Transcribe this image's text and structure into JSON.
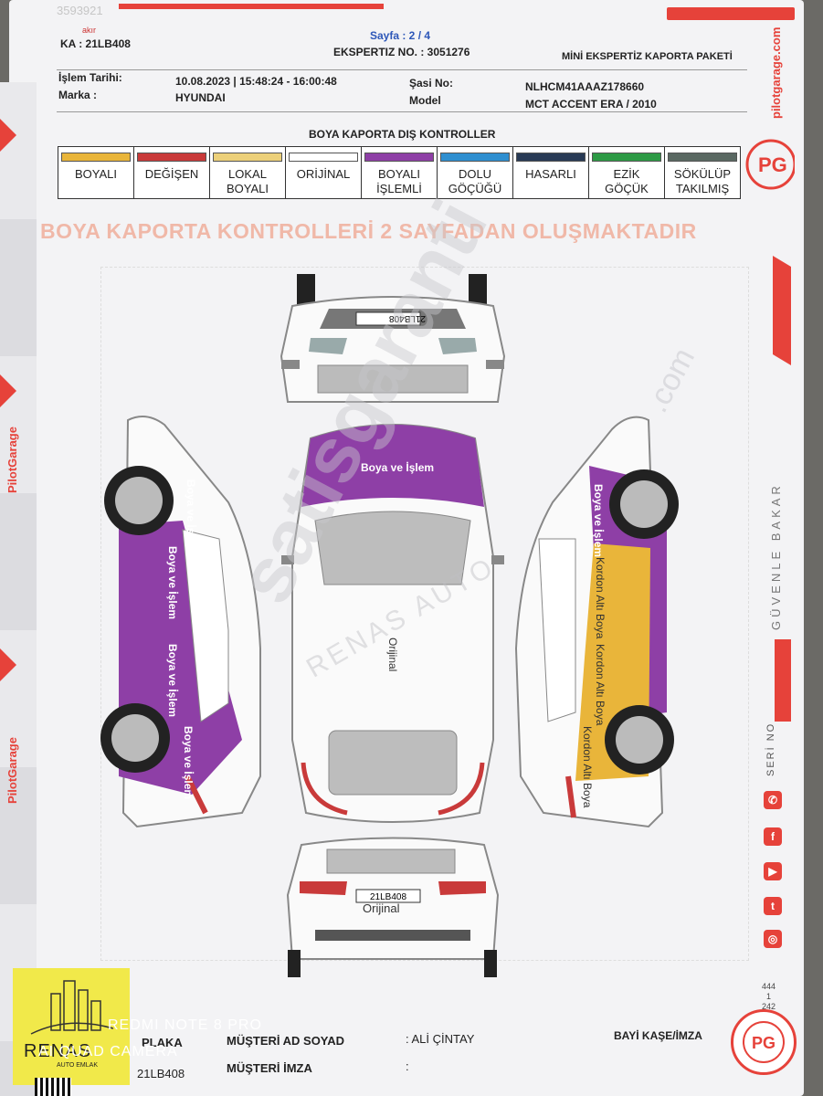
{
  "header": {
    "corner_top": "3593921",
    "plaka_partial_small": "akır",
    "plaka_line": "KA : 21LB408",
    "page_label": "Sayfa : 2 / 4",
    "ekspertiz_no": "EKSPERTIZ NO. : 3051276",
    "package": "MİNİ EKSPERTİZ KAPORTA PAKETİ",
    "islem_tarihi_label": "İşlem Tarihi:",
    "islem_tarihi_value": "10.08.2023 | 15:48:24 - 16:00:48",
    "marka_label": "Marka :",
    "marka_value": "HYUNDAI",
    "sasi_label": "Şasi No:",
    "sasi_value": "NLHCM41AAAZ178660",
    "model_label": "Model",
    "model_value": "MCT ACCENT ERA / 2010"
  },
  "brand": {
    "right_vertical": "pilotgarage.com",
    "left_vertical": "PilotGarage",
    "slogan": "GÜVENLE BAKAR",
    "seri_no": "SERİ NO",
    "seri_num": [
      "444",
      "1",
      "242"
    ],
    "accent": "#e6423a"
  },
  "legend": {
    "title": "BOYA KAPORTA DIŞ KONTROLLER",
    "items": [
      {
        "label": "BOYALI",
        "color": "#e9b53a"
      },
      {
        "label": "DEĞİŞEN",
        "color": "#c93a3a"
      },
      {
        "label": "LOKAL\nBOYALI",
        "color": "#ecd07a"
      },
      {
        "label": "ORİJİNAL",
        "color": "#ffffff"
      },
      {
        "label": "BOYALI\nİŞLEMLİ",
        "color": "#8e3fa6"
      },
      {
        "label": "DOLU\nGÖÇÜĞÜ",
        "color": "#2f8fd0"
      },
      {
        "label": "HASARLI",
        "color": "#283a55"
      },
      {
        "label": "EZİK\nGÖÇÜK",
        "color": "#2d9a45"
      },
      {
        "label": "SÖKÜLÜP\nTAKILMIŞ",
        "color": "#5a6862"
      }
    ]
  },
  "banner": "BOYA KAPORTA KONTROLLERİ 2 SAYFADAN OLUŞMAKTADIR",
  "diagram": {
    "front_plate": "21LB408",
    "rear_plate": "21LB408",
    "roof_label": "Boya ve İşlem",
    "center_label": "Orijinal",
    "rear_label": "Orijinal",
    "left_labels": [
      "Boya ve İşlem",
      "Boya ve İşlem",
      "Boya ve İşlem",
      "Boya ve İşlem"
    ],
    "right_labels": [
      "Boya ve İşlem",
      "Kordon Altı Boya",
      "Kordon Altı Boya",
      "Kordon Altı Boya"
    ],
    "watermark": "satisgaranti",
    "watermark_com": ".com",
    "watermark_sub": "RENAS AUTO"
  },
  "footer": {
    "plaka_label": "PLAKA",
    "plaka_value": "21LB408",
    "musteri_label": "MÜŞTERİ AD SOYAD",
    "musteri_value": ": ALİ ÇİNTAY",
    "imza_label": "MÜŞTERİ İMZA",
    "imza_value": ":",
    "bayi_label": "BAYİ KAŞE/İMZA"
  },
  "overlay": {
    "logo_name": "RENAS",
    "logo_sub": "AUTO EMLAK",
    "camera_line1": "REDMI NOTE 8 PRO",
    "camera_line2": "AI QUAD CAMERA"
  }
}
